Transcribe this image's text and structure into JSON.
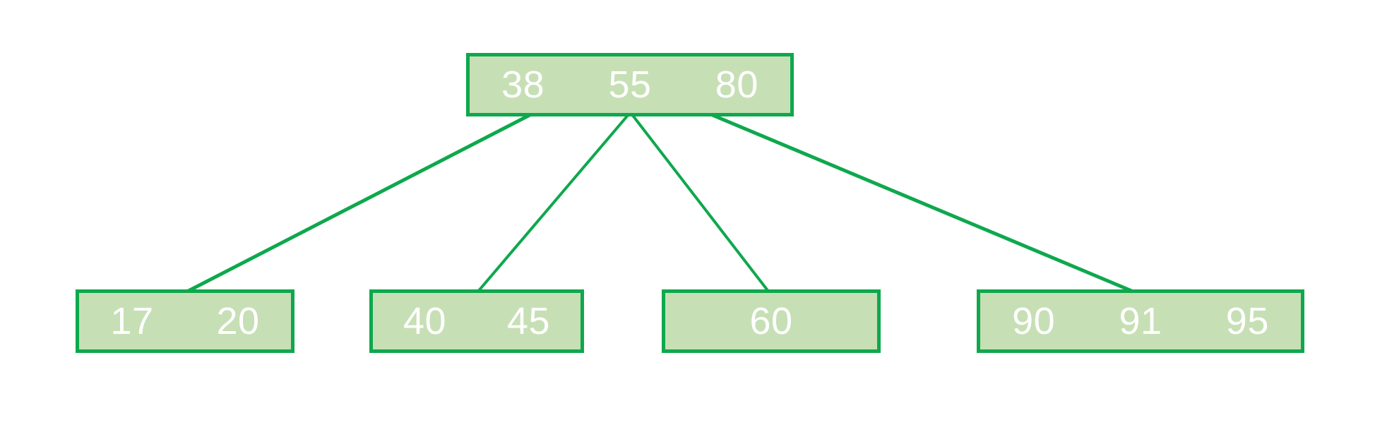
{
  "diagram": {
    "kind": "b-tree",
    "levels": 2,
    "node_count": 5
  },
  "colors": {
    "node_fill": "#c7dfb5",
    "node_border": "#0ea84d",
    "edge": "#0ea84d",
    "key_text": "#ffffff",
    "background": "#ffffff"
  },
  "tree": {
    "root": {
      "keys": [
        "38",
        "55",
        "80"
      ]
    },
    "children": [
      {
        "keys": [
          "17",
          "20"
        ]
      },
      {
        "keys": [
          "40",
          "45"
        ]
      },
      {
        "keys": [
          "60"
        ]
      },
      {
        "keys": [
          "90",
          "91",
          "95"
        ]
      }
    ],
    "edges": [
      {
        "from": "root",
        "to": "child-1"
      },
      {
        "from": "root",
        "to": "child-2"
      },
      {
        "from": "root",
        "to": "child-3"
      },
      {
        "from": "root",
        "to": "child-4"
      }
    ]
  }
}
